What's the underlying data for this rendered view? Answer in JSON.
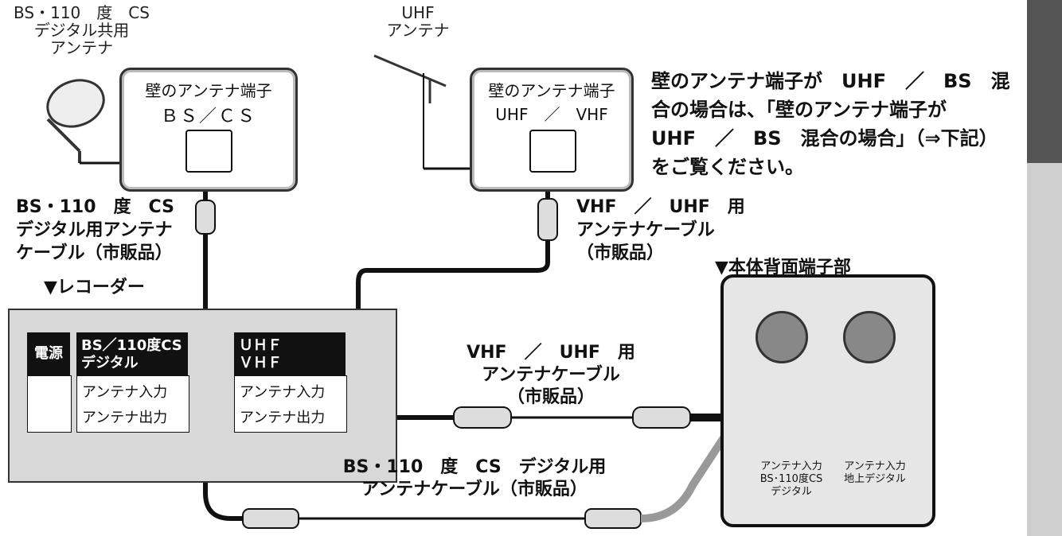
{
  "labels": {
    "bs_antenna": [
      "BS・110　度　CS",
      "デジタル共用",
      "アンテナ"
    ],
    "uhf_antenna": [
      "UHF",
      "アンテナ"
    ],
    "wall_bs_title": "壁のアンテナ端子",
    "wall_bs_sub": "ＢＳ／ＣＳ",
    "wall_uhf_title": "壁のアンテナ端子",
    "wall_uhf_sub": "UHF　／　VHF",
    "note": [
      "壁のアンテナ端子が　UHF　／　BS　混",
      "合の場合は、「壁のアンテナ端子が",
      "UHF　／　BS　混合の場合」（⇒下記）",
      "をご覧ください。"
    ],
    "bs_cable_left": [
      "BS・110　度　CS",
      "デジタル用アンテナ",
      "ケーブル（市販品）"
    ],
    "vhf_cable_top": [
      "VHF　／　UHF　用",
      "アンテナケーブル",
      "（市販品）"
    ],
    "recorder_title": "▼レコーダー",
    "rear_title": "▼本体背面端子部",
    "power": "電源",
    "bs_input_header": [
      "BS／110度CS",
      "デジタル"
    ],
    "uhf_input_header": [
      "ＵＨＦ",
      "ＶＨＦ"
    ],
    "antenna_in": "アンテナ入力",
    "antenna_out": "アンテナ出力",
    "vhf_cable_mid": [
      "VHF　／　UHF　用",
      "アンテナケーブル",
      "（市販品）"
    ],
    "bs_cable_bottom": [
      "BS・110　度　CS　デジタル用",
      "アンテナケーブル（市販品）"
    ],
    "rear_bs_label": [
      "アンテナ入力",
      "BS･110度CS",
      "デジタル"
    ],
    "rear_terrestrial_label": [
      "アンテナ入力",
      "地上デジタル"
    ]
  }
}
